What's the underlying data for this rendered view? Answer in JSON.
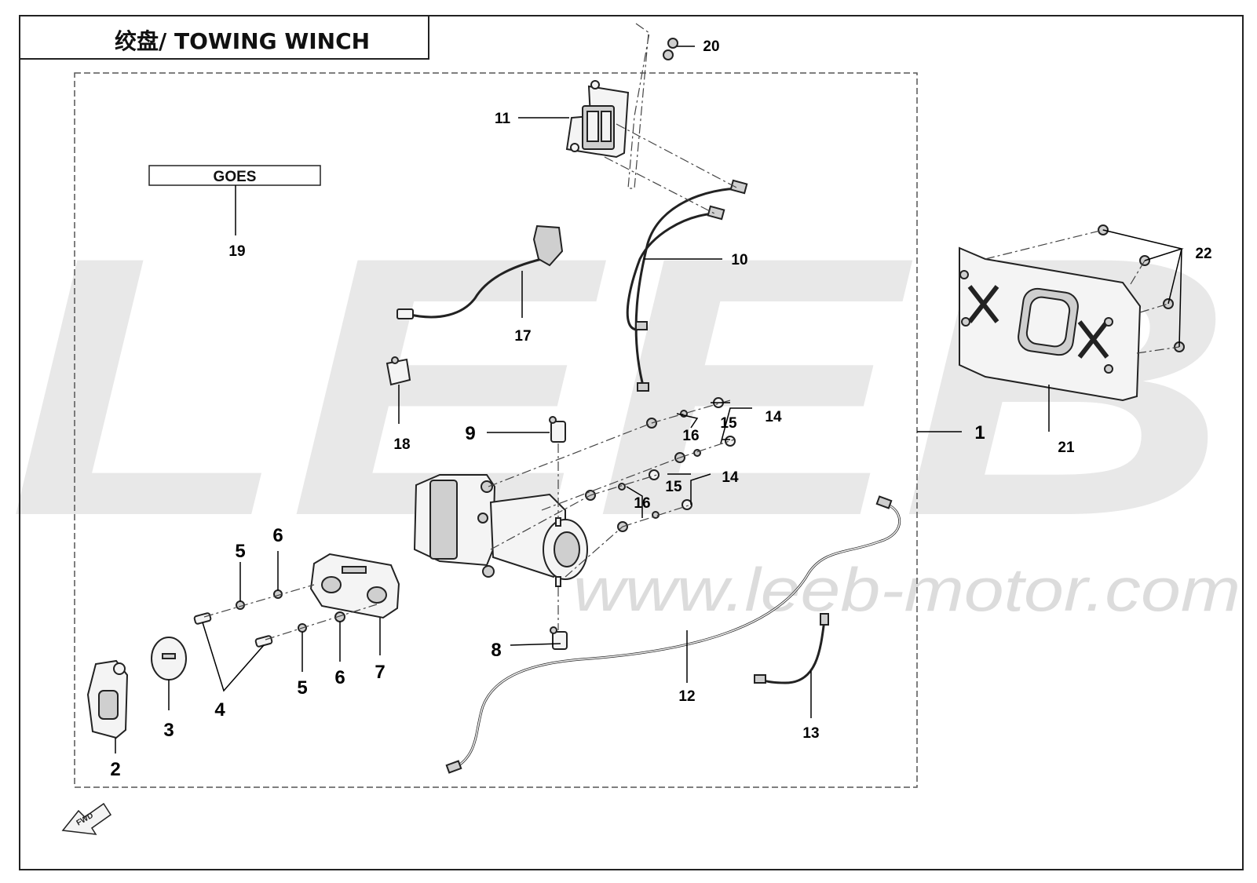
{
  "diagram": {
    "title": "绞盘/ TOWING WINCH",
    "watermark": {
      "brand": "LEEB",
      "url": "www.leeb-motor.com"
    },
    "goes_box": "GOES",
    "fwd_arrow": "FWD",
    "callouts": {
      "c1": "1",
      "c2": "2",
      "c3": "3",
      "c4": "4",
      "c5a": "5",
      "c5b": "5",
      "c6a": "6",
      "c6b": "6",
      "c7": "7",
      "c8": "8",
      "c9": "9",
      "c10": "10",
      "c11": "11",
      "c12": "12",
      "c13": "13",
      "c14a": "14",
      "c14b": "14",
      "c15a": "15",
      "c15b": "15",
      "c16a": "16",
      "c16b": "16",
      "c17": "17",
      "c18": "18",
      "c19": "19",
      "c20": "20",
      "c21": "21",
      "c22": "22"
    },
    "colors": {
      "line": "#222222",
      "watermark": "#e8e8e8",
      "part_fill": "#f4f4f4"
    }
  }
}
